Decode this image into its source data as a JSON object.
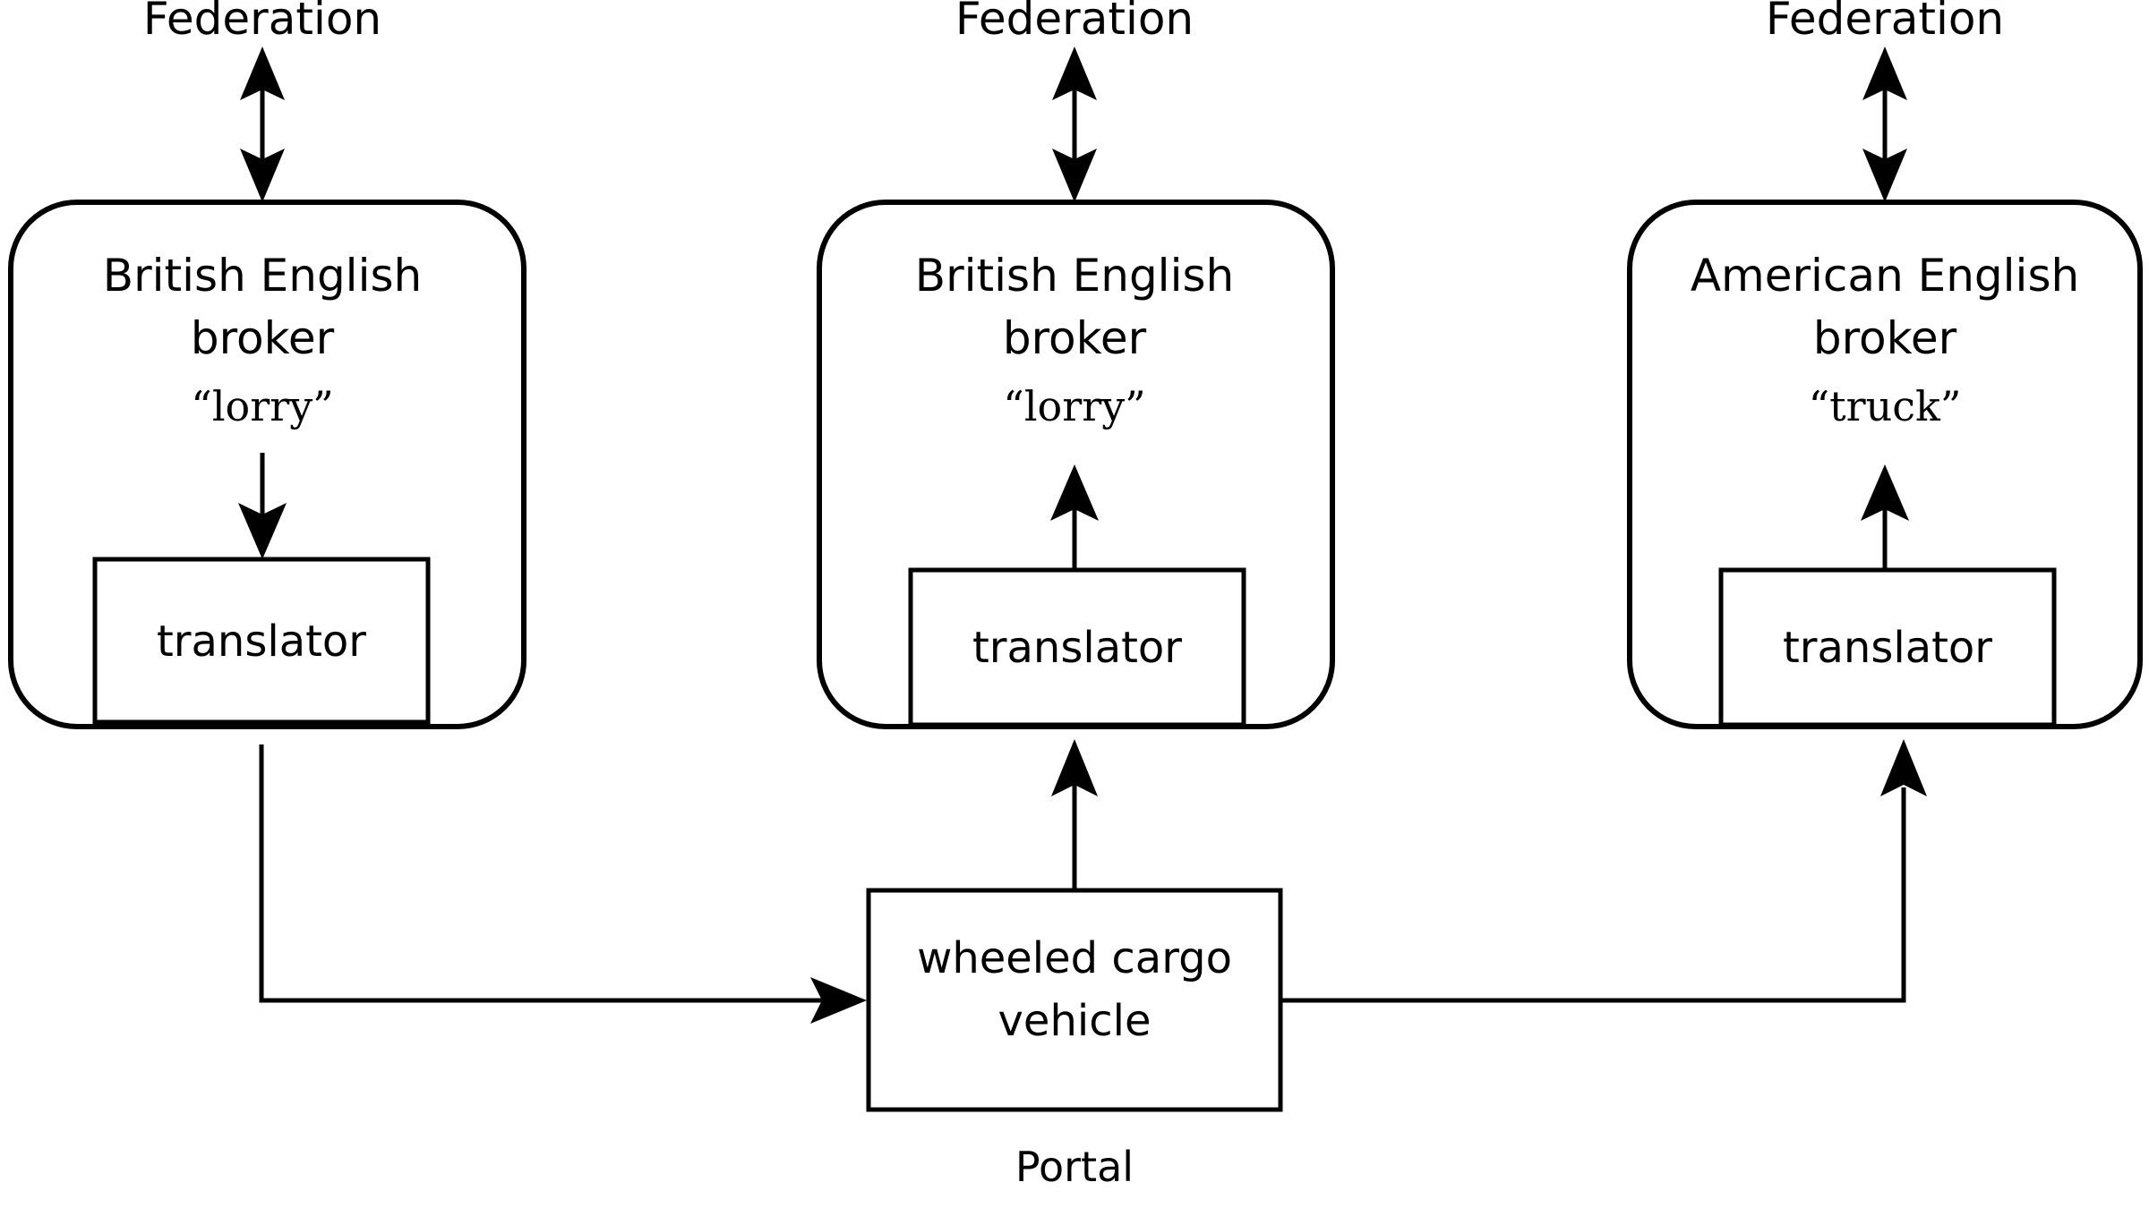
{
  "diagram": {
    "title": "Federation / Portal broker translation diagram",
    "background_color": "#ffffff",
    "line_color": "#000000"
  },
  "columns": [
    {
      "id": "left",
      "federation_label": "Federation",
      "broker_line1": "British English",
      "broker_line2": "broker",
      "term": "“lorry”",
      "translator_label": "translator",
      "inner_arrow_direction": "down"
    },
    {
      "id": "middle",
      "federation_label": "Federation",
      "broker_line1": "British English",
      "broker_line2": "broker",
      "term": "“lorry”",
      "translator_label": "translator",
      "inner_arrow_direction": "up"
    },
    {
      "id": "right",
      "federation_label": "Federation",
      "broker_line1": "American English",
      "broker_line2": "broker",
      "term": "“truck”",
      "translator_label": "translator",
      "inner_arrow_direction": "up"
    }
  ],
  "portal": {
    "box_line1": "wheeled cargo",
    "box_line2": "vehicle",
    "caption": "Portal"
  },
  "connections": [
    {
      "id": "left-to-portal",
      "from": "left broker",
      "to": "portal",
      "arrow": "to-portal"
    },
    {
      "id": "portal-to-right",
      "from": "portal",
      "to": "right broker",
      "arrow": "to-broker"
    },
    {
      "id": "portal-to-middle",
      "from": "portal",
      "to": "middle broker",
      "arrow": "to-broker"
    }
  ]
}
